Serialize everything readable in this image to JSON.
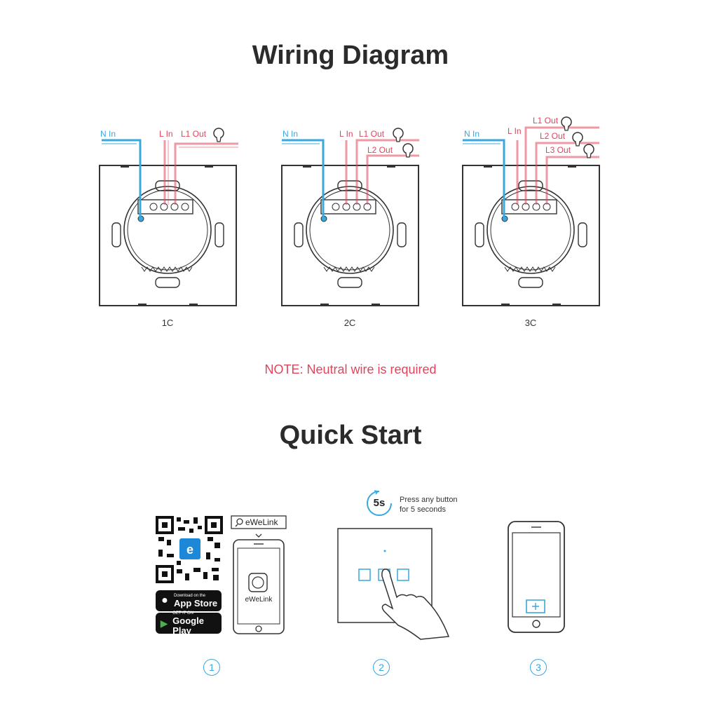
{
  "wiring": {
    "title": "Wiring Diagram",
    "note": "NOTE: Neutral wire is required",
    "panels": [
      {
        "caption": "1C",
        "n_in": "N In",
        "l_in": "L In",
        "outs": [
          "L1 Out"
        ]
      },
      {
        "caption": "2C",
        "n_in": "N In",
        "l_in": "L In",
        "outs": [
          "L1 Out",
          "L2 Out"
        ]
      },
      {
        "caption": "3C",
        "n_in": "N In",
        "l_in": "L In",
        "outs": [
          "L1 Out",
          "L2 Out",
          "L3 Out"
        ]
      }
    ]
  },
  "quick_start": {
    "title": "Quick Start",
    "search_label": "eWeLink",
    "app_name": "eWeLink",
    "qr_logo": "e",
    "app_store": {
      "small": "Download on the",
      "big": "App Store"
    },
    "google_play": {
      "small": "GET IT ON",
      "big": "Google Play"
    },
    "timer": "5s",
    "press_hint_1": "Press any button",
    "press_hint_2": "for 5 seconds",
    "steps": [
      "1",
      "2",
      "3"
    ]
  },
  "colors": {
    "neutral": "#38a8de",
    "live": "#e0455c",
    "outline": "#333333"
  }
}
